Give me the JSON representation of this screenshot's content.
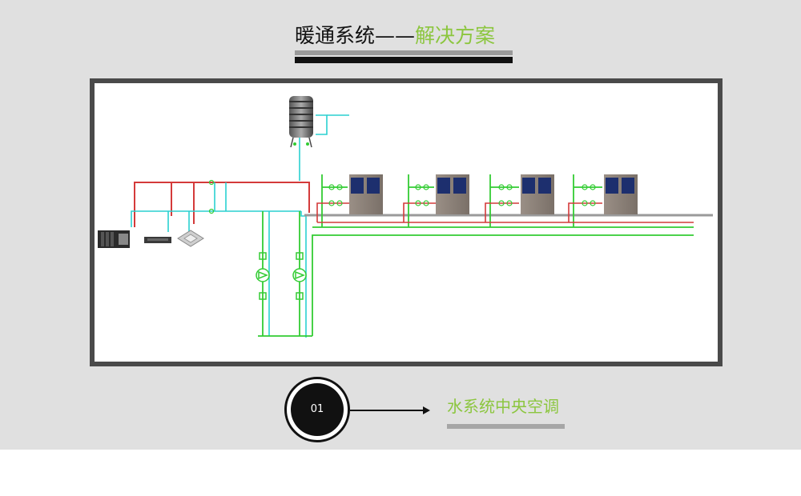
{
  "title": {
    "part1": "暖通系统——",
    "part2": "解决方案"
  },
  "badge": {
    "number": "01"
  },
  "section_label": "水系统中央空调",
  "colors": {
    "background": "#e0e0e0",
    "accent_green": "#8cc63f",
    "frame": "#4a4a4a",
    "pipe_supply": "#d43a3a",
    "pipe_return": "#2ad0d0",
    "pipe_green": "#33cc33"
  },
  "diagram": {
    "units": [
      "heat-pump-unit",
      "heat-pump-unit",
      "heat-pump-unit",
      "heat-pump-unit"
    ],
    "pumps": [
      "circulation-pump",
      "circulation-pump"
    ],
    "terminals": [
      "air-handling-unit",
      "fan-coil-unit",
      "cassette-unit"
    ],
    "tank": "water-tank"
  }
}
